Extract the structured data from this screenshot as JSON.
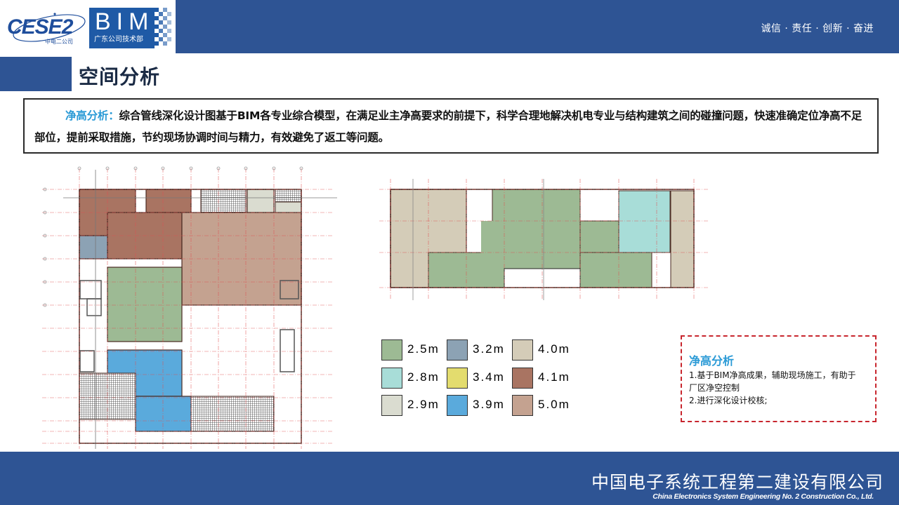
{
  "header": {
    "logo_cese": "CESE2",
    "logo_cese_sub": "中电二公司",
    "logo_bim": "BIM",
    "logo_bim_sub": "广东公司技术部",
    "slogan": "诚信 · 责任 · 创新 · 奋进",
    "brand_color": "#2e5494"
  },
  "page": {
    "title": "空间分析"
  },
  "intro": {
    "lead": "净高分析：",
    "body": "综合管线深化设计图基于BIM各专业综合模型，在满足业主净高要求的前提下，科学合理地解决机电专业与结构建筑之间的碰撞问题，快速准确定位净高不足部位，提前采取措施，节约现场协调时间与精力，有效避免了返工等问题。",
    "lead_color": "#2a9ad6"
  },
  "legend": {
    "items": [
      {
        "label": "2.5m",
        "color": "#9dba94"
      },
      {
        "label": "3.2m",
        "color": "#8ca2b4"
      },
      {
        "label": "4.0m",
        "color": "#d4ccb8"
      },
      {
        "label": "2.8m",
        "color": "#a8ddd8"
      },
      {
        "label": "3.4m",
        "color": "#e3dc6e"
      },
      {
        "label": "4.1m",
        "color": "#a97462"
      },
      {
        "label": "2.9m",
        "color": "#dadcd0"
      },
      {
        "label": "3.9m",
        "color": "#5aaadc"
      },
      {
        "label": "5.0m",
        "color": "#c4a290"
      }
    ]
  },
  "note": {
    "title": "净高分析",
    "lines": [
      "1.基于BIM净高成果，辅助现场施工，有助于",
      "厂区净空控制",
      "2.进行深化设计校核;"
    ],
    "border_color": "#c8262e"
  },
  "footer": {
    "company_cn": "中国电子系统工程第二建设有限公司",
    "company_en": "China Electronics System Engineering No. 2 Construction Co., Ltd."
  }
}
